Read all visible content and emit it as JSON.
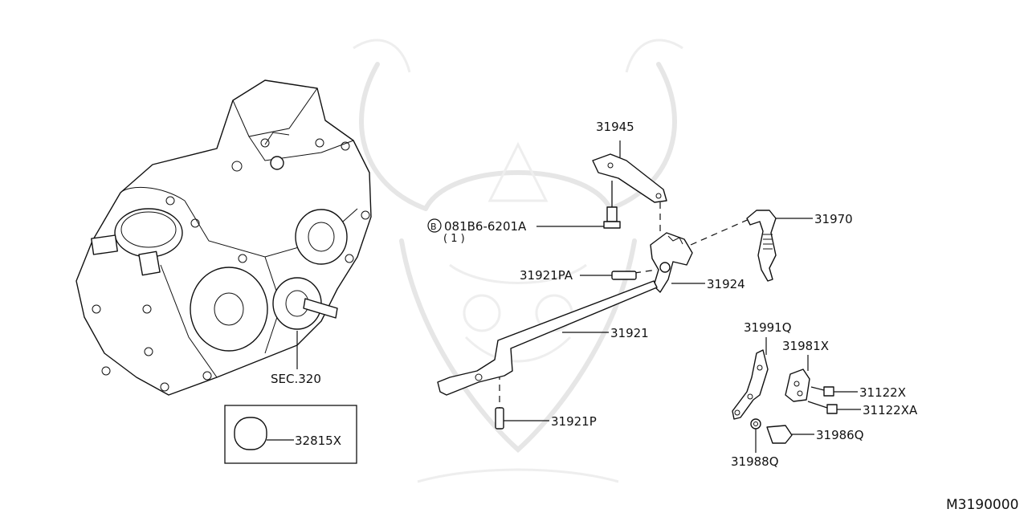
{
  "diagram_code": "M3190000",
  "labels": {
    "p31945": "31945",
    "p31970": "31970",
    "bolt": "081B6-6201A",
    "bolt_qty": "( 1 )",
    "bolt_prefix": "B",
    "p31921PA": "31921PA",
    "p31924": "31924",
    "p31921": "31921",
    "sec320": "SEC.320",
    "p32815X": "32815X",
    "p31921P": "31921P",
    "p31991Q": "31991Q",
    "p31981X": "31981X",
    "p31122X": "31122X",
    "p31122XA": "31122XA",
    "p31986Q": "31986Q",
    "p31988Q": "31988Q"
  }
}
